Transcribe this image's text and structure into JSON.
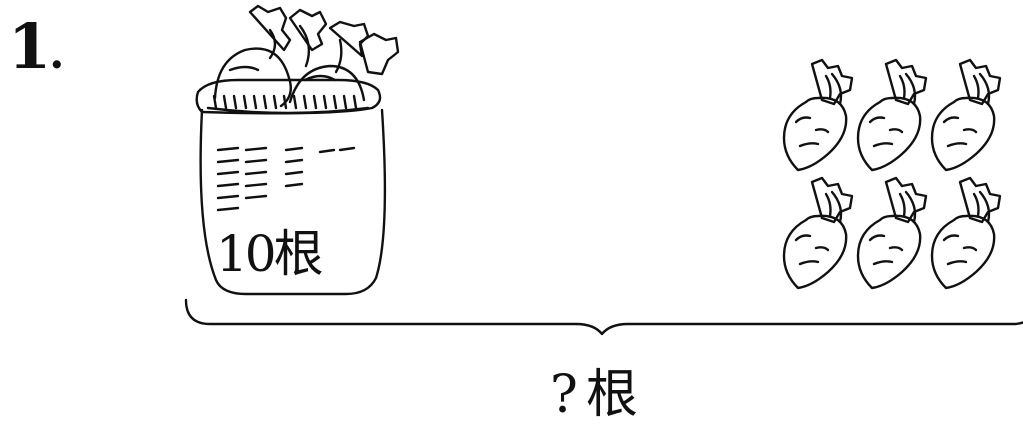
{
  "question": {
    "number": "1",
    "dot": "."
  },
  "basket": {
    "label": "10根"
  },
  "total": {
    "label": "?根"
  },
  "colors": {
    "ink": "#111111",
    "paper": "#ffffff"
  },
  "radish_group": {
    "rows": 2,
    "cols": 3
  }
}
